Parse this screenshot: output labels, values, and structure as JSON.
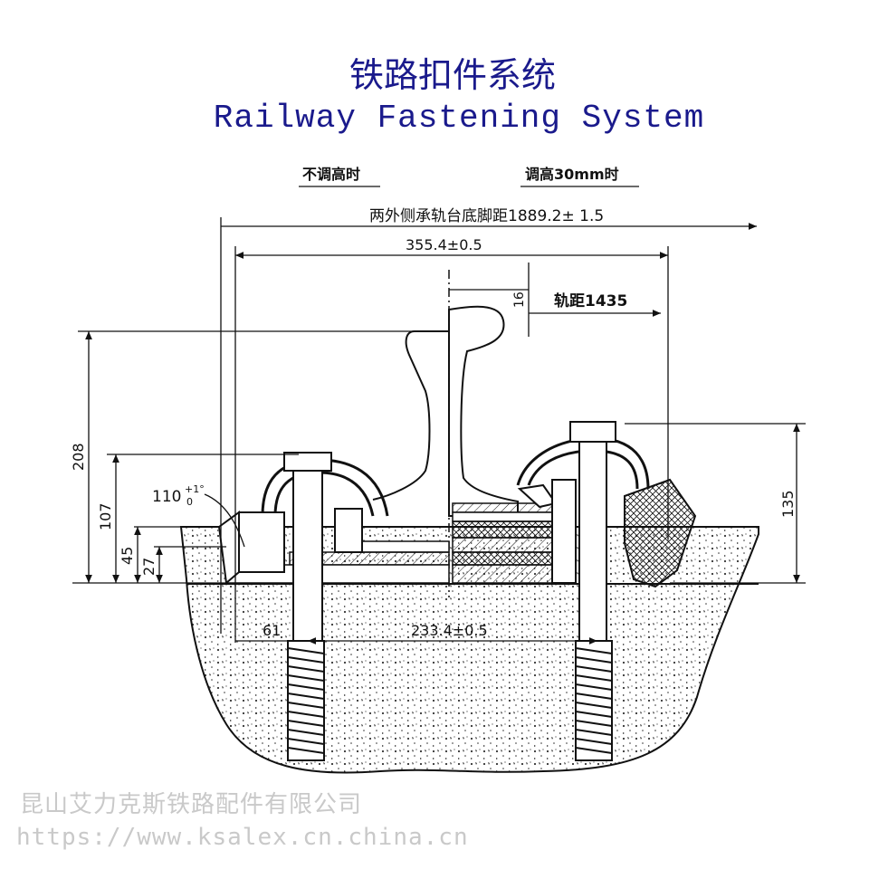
{
  "title_cn": "铁路扣件系统",
  "title_en": "Railway Fastening System",
  "labels": {
    "no_adjust": "不调高时",
    "adjust_30": "调高30mm时",
    "outer_width": "两外侧承轨台底脚距1889.2± 1.5",
    "spacing_355": "355.4±0.5",
    "gauge_offset": "16",
    "gauge": "轨距1435",
    "height_208": "208",
    "height_107": "107",
    "height_45": "45",
    "height_27": "27",
    "angle": "110",
    "angle_tol_sup": "+1°",
    "angle_tol_sub": "0",
    "height_135": "135",
    "dim_61": "61",
    "spacing_233": "233.4±0.5"
  },
  "watermark": {
    "company": "昆山艾力克斯铁路配件有限公司",
    "url": "https://www.ksalex.cn.china.cn"
  },
  "colors": {
    "title": "#1a1a8c",
    "line": "#111111",
    "watermark": "#c9c9c9"
  }
}
